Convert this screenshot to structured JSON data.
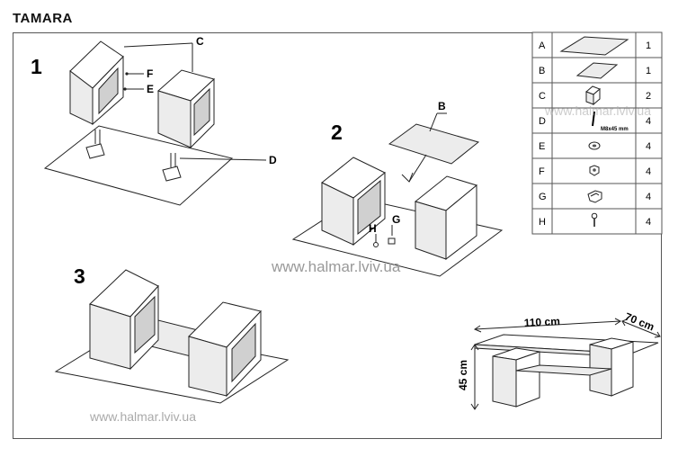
{
  "title": "TAMARA",
  "steps": [
    "1",
    "2",
    "3"
  ],
  "callouts": {
    "c": "C",
    "f": "F",
    "e": "E",
    "d": "D",
    "b": "B",
    "h": "H",
    "g": "G"
  },
  "parts_table": [
    {
      "letter": "A",
      "icon": "glass-top-large-icon",
      "qty": "1"
    },
    {
      "letter": "B",
      "icon": "glass-shelf-small-icon",
      "qty": "1"
    },
    {
      "letter": "C",
      "icon": "cube-leg-icon",
      "qty": "2"
    },
    {
      "letter": "D",
      "icon": "bolt-icon",
      "note": "M8x45 mm",
      "qty": "4"
    },
    {
      "letter": "E",
      "icon": "washer-icon",
      "qty": "4"
    },
    {
      "letter": "F",
      "icon": "nut-icon",
      "qty": "4"
    },
    {
      "letter": "G",
      "icon": "shelf-holder-icon",
      "qty": "4"
    },
    {
      "letter": "H",
      "icon": "screw-icon",
      "qty": "4"
    }
  ],
  "dimensions": {
    "width": "110 cm",
    "depth": "70 cm",
    "height": "45 cm"
  },
  "watermarks": [
    "www.halmar.lviv.ua",
    "www.halmar.lviv.ua",
    "www.halmar.lviv.ua"
  ],
  "colors": {
    "line": "#222222",
    "watermark": "#999999",
    "glass": "#ececec"
  }
}
